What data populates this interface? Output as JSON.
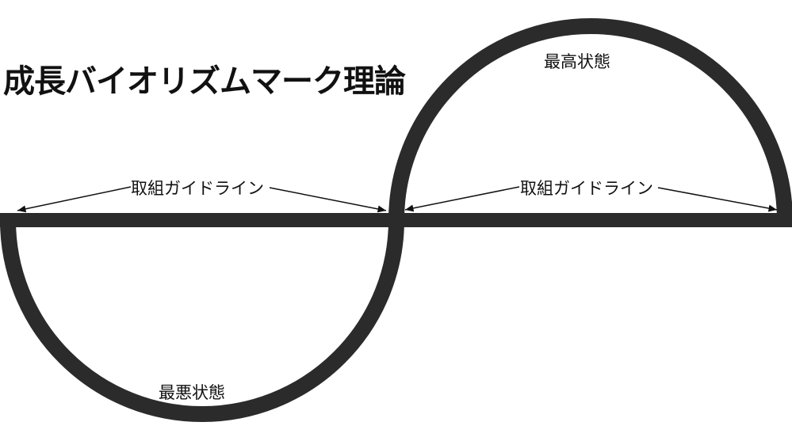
{
  "title": "成長バイオリズムマーク理論",
  "labels": {
    "best_state": "最高状態",
    "worst_state": "最悪状態",
    "guideline_left": "取組ガイドライン",
    "guideline_right": "取組ガイドライン"
  },
  "colors": {
    "stroke": "#2b2b2b"
  }
}
